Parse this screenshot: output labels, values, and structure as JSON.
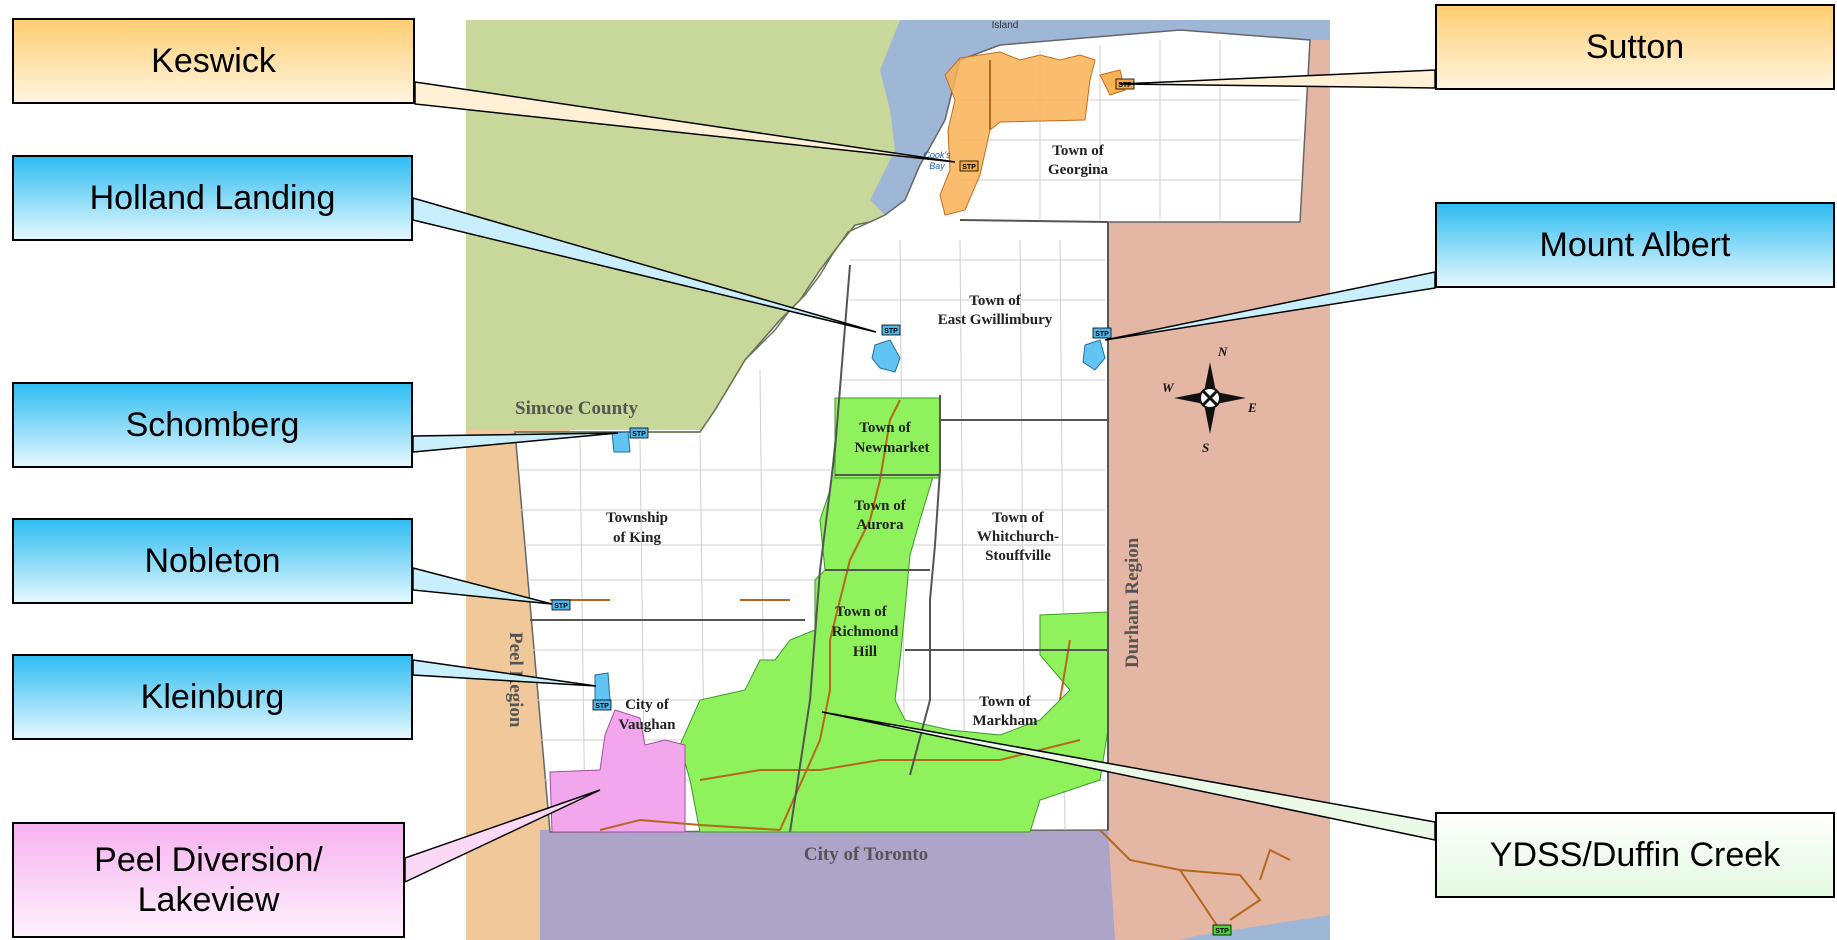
{
  "callouts": {
    "keswick": "Keswick",
    "sutton": "Sutton",
    "holland_landing": "Holland Landing",
    "mount_albert": "Mount Albert",
    "schomberg": "Schomberg",
    "nobleton": "Nobleton",
    "kleinburg": "Kleinburg",
    "peel_diversion_line1": "Peel Diversion/",
    "peel_diversion_line2": "Lakeview",
    "ydss": "YDSS/Duffin Creek"
  },
  "map_labels": {
    "georgina_1": "Town of",
    "georgina_2": "Georgina",
    "east_gwillimbury_1": "Town of",
    "east_gwillimbury_2": "East Gwillimbury",
    "newmarket_1": "Town of",
    "newmarket_2": "Newmarket",
    "aurora_1": "Town of",
    "aurora_2": "Aurora",
    "king_1": "Township",
    "king_2": "of King",
    "whitchurch_1": "Town of",
    "whitchurch_2": "Whitchurch-",
    "whitchurch_3": "Stouffville",
    "richmond_hill_1": "Town of",
    "richmond_hill_2": "Richmond",
    "richmond_hill_3": "Hill",
    "vaughan_1": "City of",
    "vaughan_2": "Vaughan",
    "markham_1": "Town of",
    "markham_2": "Markham",
    "simcoe": "Simcoe County",
    "durham": "Durham Region",
    "peel": "Peel Region",
    "toronto": "City of Toronto",
    "island": "Island",
    "cooks_bay_1": "Cook's",
    "cooks_bay_2": "Bay"
  },
  "stp_label": "STP",
  "compass": {
    "n": "N",
    "s": "S",
    "e": "E",
    "w": "W"
  },
  "colors": {
    "orange_callout": "#ffcd73",
    "blue_callout": "#2fbdf2",
    "pink_callout": "#f6b2ef",
    "green_callout": "#e4fae1",
    "simcoe": "#c8d89b",
    "durham": "#e3b7a3",
    "peel": "#f1c89a",
    "toronto": "#aca5c8",
    "lake": "#9fb7d7",
    "service_green": "#8ff15c",
    "service_pink": "#f2a6ec",
    "service_orange": "#f9b255",
    "service_blue": "#61c4f2",
    "sewer": "#b5671d"
  }
}
